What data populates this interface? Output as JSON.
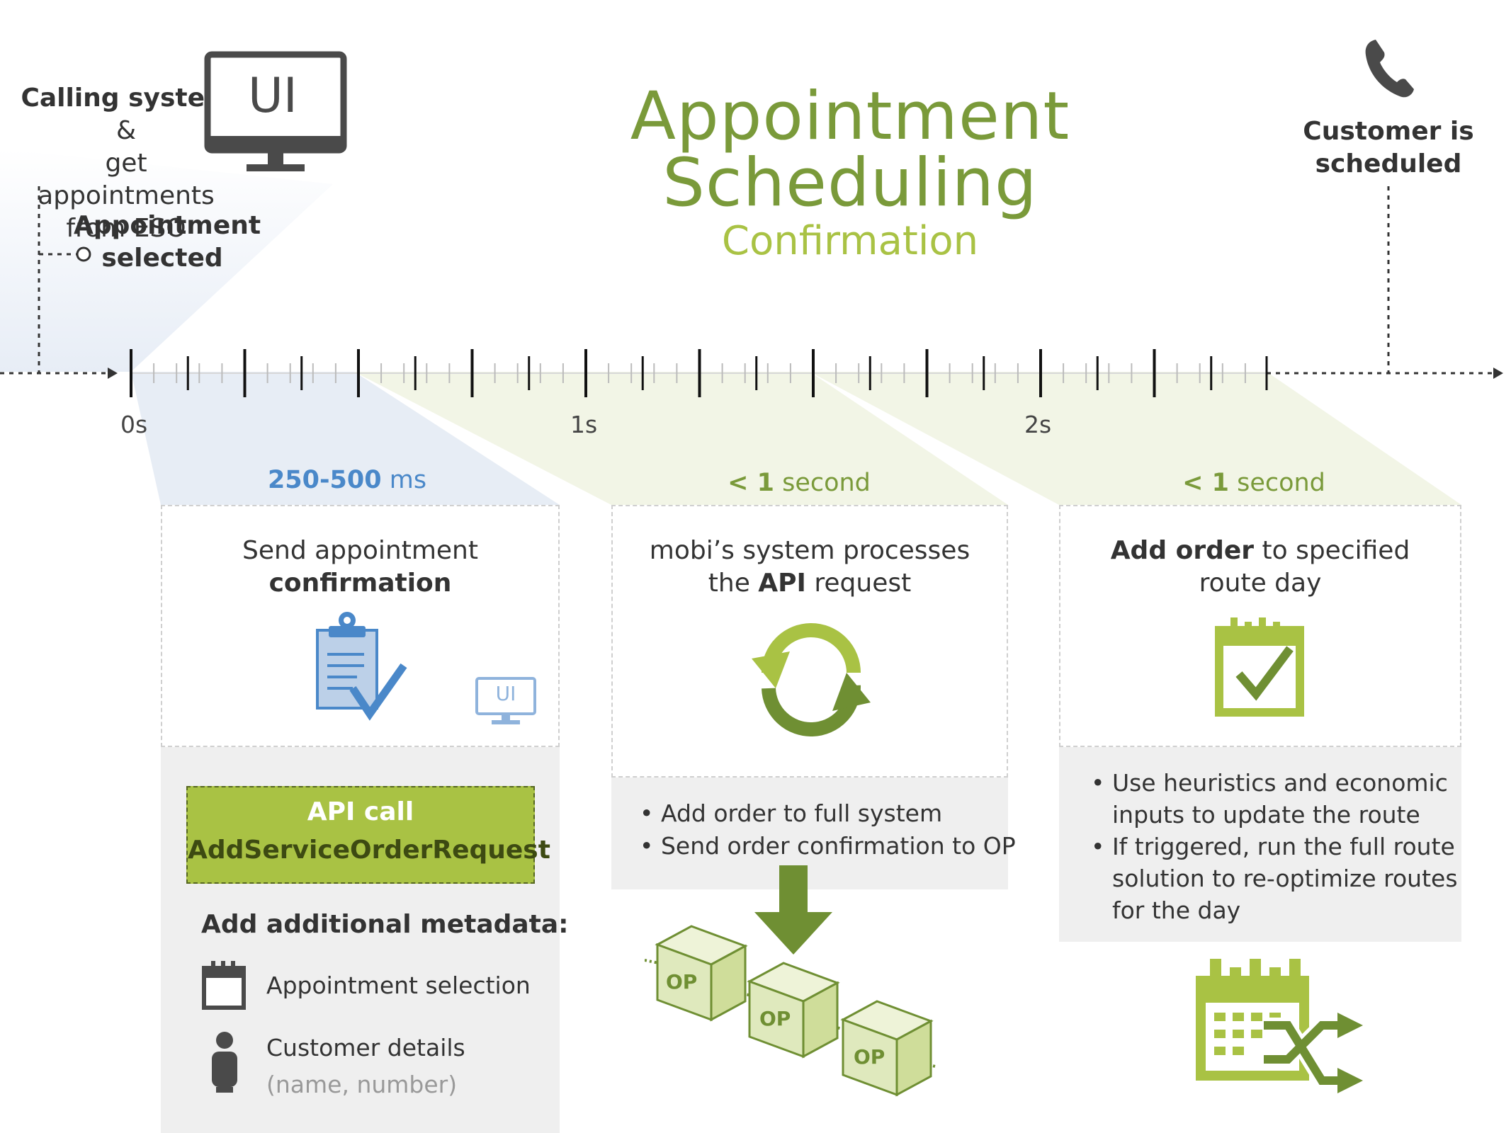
{
  "title": {
    "line1": "Appointment",
    "line2": "Scheduling",
    "subtitle": "Confirmation"
  },
  "top_left": {
    "line1_bold": "Calling system",
    "line1_rest": " & ",
    "line2": "get appointments",
    "line3": "from ESO",
    "monitor_text": "UI"
  },
  "appointment_selected": {
    "line1": "Appointment",
    "line2": "selected"
  },
  "top_right": {
    "line1": "Customer is",
    "line2": "scheduled",
    "icon": "phone-icon"
  },
  "timeline": {
    "labels": [
      "0s",
      "1s",
      "2s"
    ]
  },
  "stages": [
    {
      "duration_bold": "250-500",
      "duration_rest": " ms",
      "title_line1": "Send appointment",
      "title_line2_bold": "confirmation",
      "icon": "clipboard-check-icon",
      "small_ui_text": "UI",
      "api_call_label": "API call",
      "api_call_name": "AddServiceOrderRequest",
      "metadata_heading": "Add additional metadata:",
      "metadata_items": [
        {
          "label": "Appointment selection",
          "icon": "calendar-icon"
        },
        {
          "label": "Customer details",
          "sub": "(name, number)",
          "icon": "person-icon"
        }
      ]
    },
    {
      "duration_bold": "< 1",
      "duration_rest": " second",
      "title_line1": "mobi’s system processes",
      "title_line2_pre": "the ",
      "title_line2_bold": "API",
      "title_line2_post": " request",
      "icon": "refresh-cycle-icon",
      "bullets": [
        "• Add order to full system",
        "• Send order confirmation to OP"
      ],
      "op_labels": [
        "OP",
        "OP",
        "OP"
      ]
    },
    {
      "duration_bold": "< 1",
      "duration_rest": " second",
      "title_line1_bold": "Add order",
      "title_line1_rest": " to specified",
      "title_line2": "route day",
      "icon": "calendar-check-icon",
      "bullets": [
        "• Use heuristics and economic",
        "inputs to update the route",
        "• If triggered, run the full route",
        "solution to re-optimize routes",
        "for the day"
      ],
      "bottom_icon": "calendar-shuffle-icon"
    }
  ],
  "colors": {
    "green_dark": "#7a9a3a",
    "green_light": "#a9c244",
    "blue": "#4a88c9",
    "grey_panel": "#efefef",
    "dark": "#333333"
  }
}
